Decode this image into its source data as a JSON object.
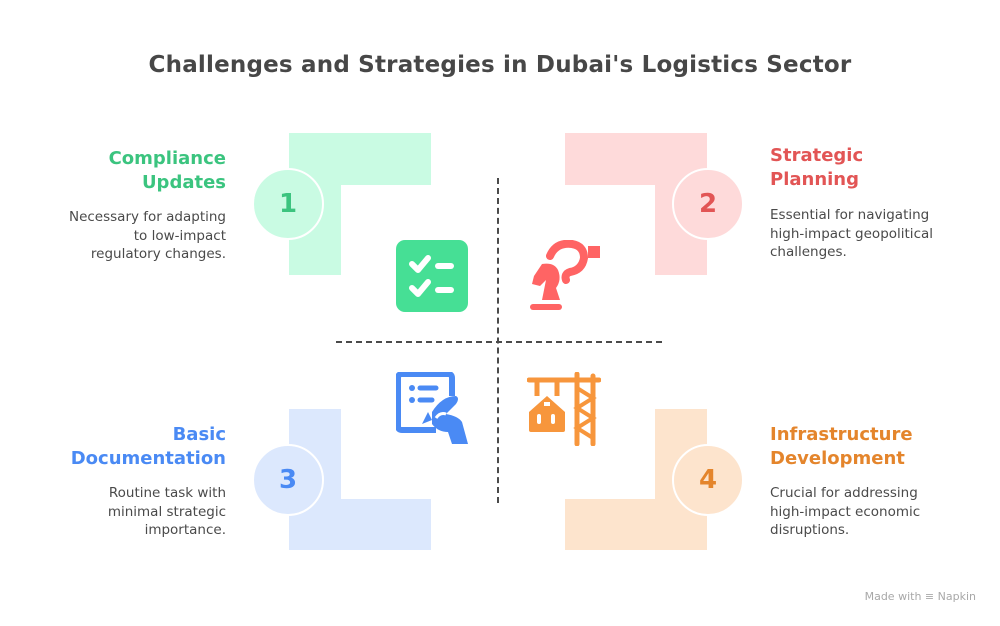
{
  "title": "Challenges and Strategies in Dubai's Logistics Sector",
  "quadrants": [
    {
      "number": "1",
      "heading_line1": "Compliance",
      "heading_line2": "Updates",
      "desc_line1": "Necessary for adapting",
      "desc_line2": "to low-impact",
      "desc_line3": "regulatory changes.",
      "icon": "checklist-icon",
      "color": "#3BC47F",
      "fill": "#C9FBE3"
    },
    {
      "number": "2",
      "heading_line1": "Strategic",
      "heading_line2": "Planning",
      "desc_line1": "Essential for navigating",
      "desc_line2": "high-impact geopolitical",
      "desc_line3": "challenges.",
      "icon": "chess-robot-arm-icon",
      "color": "#E25555",
      "fill": "#FEDADA"
    },
    {
      "number": "3",
      "heading_line1": "Basic",
      "heading_line2": "Documentation",
      "desc_line1": "Routine task with",
      "desc_line2": "minimal strategic",
      "desc_line3": "importance.",
      "icon": "document-signing-icon",
      "color": "#4A8AF4",
      "fill": "#DCE8FD"
    },
    {
      "number": "4",
      "heading_line1": "Infrastructure",
      "heading_line2": "Development",
      "desc_line1": "Crucial for addressing",
      "desc_line2": "high-impact economic",
      "desc_line3": "disruptions.",
      "icon": "construction-crane-icon",
      "color": "#E4852C",
      "fill": "#FDE4CD"
    }
  ],
  "footer": {
    "made_with": "Made with",
    "brand": "Napkin"
  }
}
